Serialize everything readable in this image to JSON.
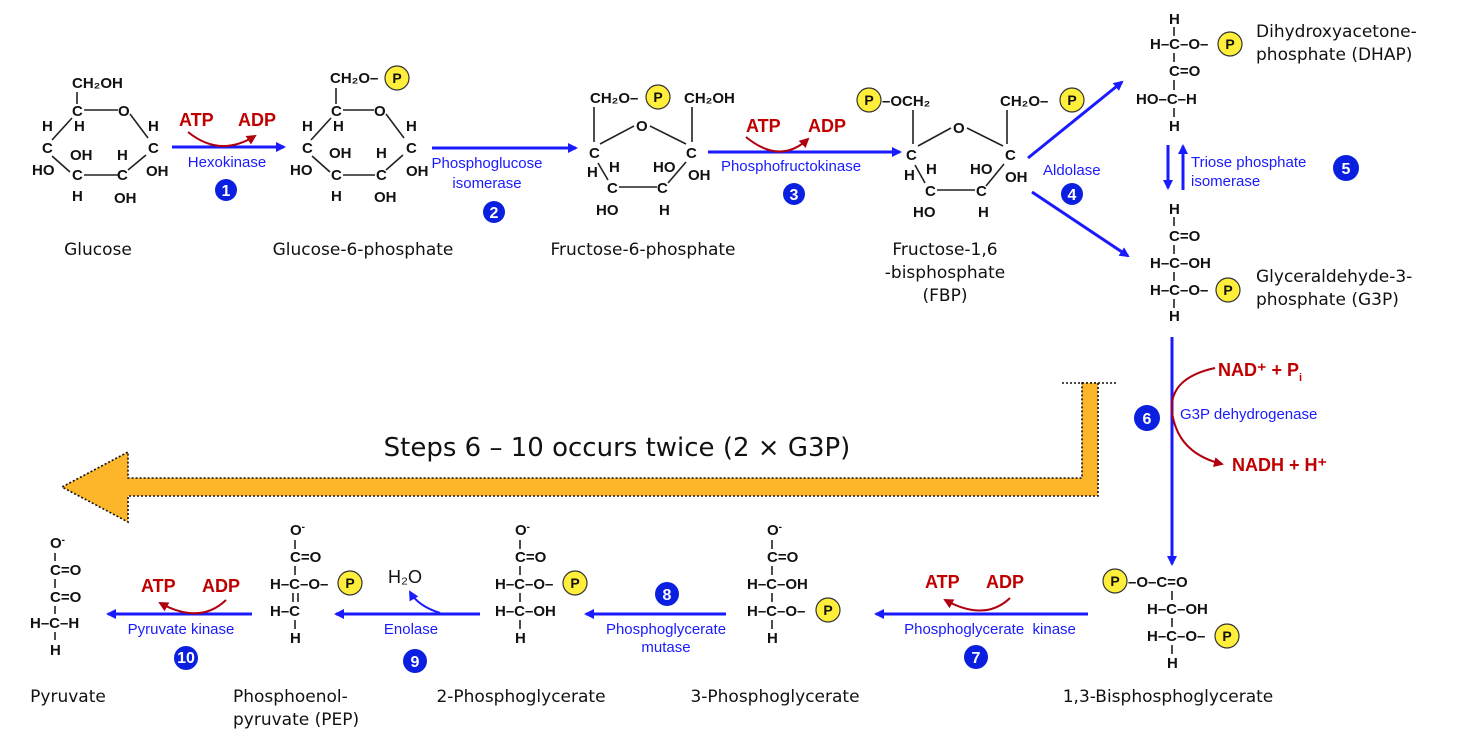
{
  "title": "Glycolysis pathway",
  "colors": {
    "enzyme": "#1a1aff",
    "cofactor": "#c00000",
    "step_badge": "#0a1fe0",
    "phosphate": "#ffef3a",
    "loop_arrow": "#fdb52a"
  },
  "phosphate_symbol": "P",
  "molecules": {
    "glucose": {
      "name": "Glucose",
      "groups": {
        "top": "CH₂OH"
      }
    },
    "g6p": {
      "name": "Glucose-6-phosphate",
      "groups": {
        "top": "CH₂O–"
      }
    },
    "f6p": {
      "name": "Fructose-6-phosphate",
      "groups": {
        "left_top": "CH₂O–",
        "right_top": "CH₂OH"
      }
    },
    "fbp": {
      "name_lines": [
        "Fructose-1,6",
        "-bisphosphate",
        "(FBP)"
      ],
      "groups": {
        "left_top": "–OCH₂",
        "right_top": "CH₂O–"
      }
    },
    "dhap": {
      "name_lines": [
        "Dihydroxyacetone-",
        "phosphate (DHAP)"
      ]
    },
    "g3p": {
      "name_lines": [
        "Glyceraldehyde-3-",
        "phosphate (G3P)"
      ]
    },
    "bpg13": {
      "name": "1,3-Bisphosphoglycerate"
    },
    "pg3": {
      "name": "3-Phosphoglycerate"
    },
    "pg2": {
      "name": "2-Phosphoglycerate"
    },
    "pep": {
      "name_lines": [
        "Phosphoenol-",
        "pyruvate (PEP)"
      ]
    },
    "pyruvate": {
      "name": "Pyruvate"
    }
  },
  "steps": [
    {
      "number": "1",
      "enzyme_lines": [
        "Hexokinase"
      ],
      "cofactor_in": "ATP",
      "cofactor_out": "ADP"
    },
    {
      "number": "2",
      "enzyme_lines": [
        "Phosphoglucose",
        "isomerase"
      ]
    },
    {
      "number": "3",
      "enzyme_lines": [
        "Phosphofructokinase"
      ],
      "cofactor_in": "ATP",
      "cofactor_out": "ADP"
    },
    {
      "number": "4",
      "enzyme_lines": [
        "Aldolase"
      ]
    },
    {
      "number": "5",
      "enzyme_lines": [
        "Triose phosphate",
        "isomerase"
      ]
    },
    {
      "number": "6",
      "enzyme_lines": [
        "G3P dehydrogenase"
      ],
      "cofactor_in": "NAD⁺ + P",
      "cofactor_in_sub": "i",
      "cofactor_out": "NADH + H⁺"
    },
    {
      "number": "7",
      "enzyme_lines": [
        "Phosphoglycerate  kinase"
      ],
      "cofactor_in": "ADP",
      "cofactor_out": "ATP"
    },
    {
      "number": "8",
      "enzyme_lines": [
        "Phosphoglycerate",
        "mutase"
      ]
    },
    {
      "number": "9",
      "enzyme_lines": [
        "Enolase"
      ],
      "byproduct": "H₂O"
    },
    {
      "number": "10",
      "enzyme_lines": [
        "Pyruvate kinase"
      ],
      "cofactor_in": "ADP",
      "cofactor_out": "ATP"
    }
  ],
  "loop_note": "Steps 6 – 10 occurs twice (2 × G3P)"
}
